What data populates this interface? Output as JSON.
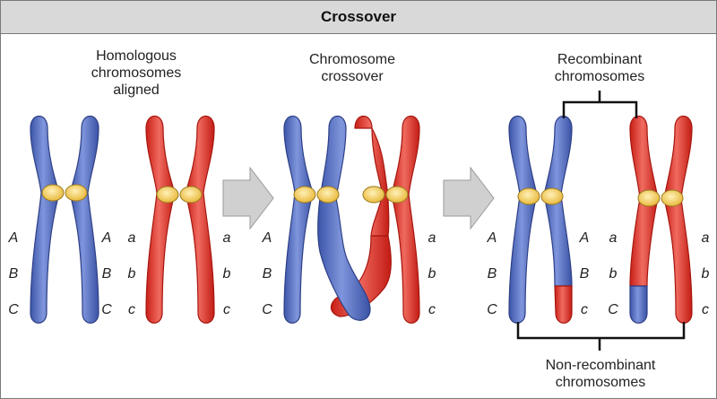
{
  "title": "Crossover",
  "panels": [
    {
      "caption_lines": [
        "Homologous",
        "chromosomes",
        "aligned"
      ],
      "gene_labels": {
        "left": [
          "A",
          "B",
          "C"
        ],
        "inner_left": [
          "A",
          "B",
          "C"
        ],
        "inner_right": [
          "a",
          "b",
          "c"
        ],
        "right": [
          "a",
          "b",
          "c"
        ]
      }
    },
    {
      "caption_lines": [
        "Chromosome",
        "crossover"
      ],
      "gene_labels": {
        "left": [
          "A",
          "B",
          "C"
        ],
        "right": [
          "a",
          "b",
          "c"
        ]
      }
    },
    {
      "caption_lines": [
        "Recombinant",
        "chromosomes"
      ],
      "bottom_caption_lines": [
        "Non-recombinant",
        "chromosomes"
      ],
      "gene_labels": {
        "left": [
          "A",
          "B",
          "C"
        ],
        "inner_left": [
          "A",
          "B",
          "c"
        ],
        "inner_right": [
          "a",
          "b",
          "C"
        ],
        "right": [
          "a",
          "b",
          "c"
        ]
      }
    }
  ],
  "colors": {
    "blue": "#5b74c4",
    "blue_dark": "#2e3f86",
    "red": "#e4352b",
    "red_dark": "#a6160e",
    "centromere": "#f6d16a",
    "arrow": "#d0d0d0"
  }
}
